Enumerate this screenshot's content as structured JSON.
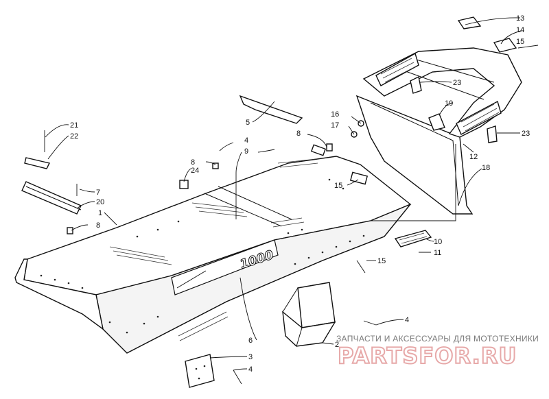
{
  "diagram": {
    "callouts": [
      "1",
      "2",
      "3",
      "4",
      "4",
      "4",
      "5",
      "6",
      "7",
      "8",
      "8",
      "8",
      "9",
      "10",
      "11",
      "12",
      "13",
      "14",
      "15",
      "15",
      "15",
      "16",
      "17",
      "18",
      "19",
      "20",
      "21",
      "22",
      "23",
      "23",
      "24"
    ],
    "decal_text": "1000"
  },
  "watermark": {
    "top_text": "ЗАПЧАСТИ И АКСЕССУАРЫ ДЛЯ МОТОТЕХНИКИ",
    "brand_text": "PARTSFOR.RU",
    "brand_color": "#e7a9a9"
  }
}
